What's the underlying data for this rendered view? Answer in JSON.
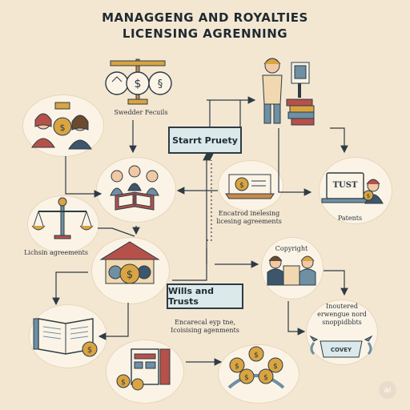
{
  "title": {
    "line1": "MANAGGENG AND ROYALTIES",
    "line2": "LICENSING AGRENNING"
  },
  "boxes": {
    "start": "Starrt Pruety",
    "wills": "Wills and Trusts"
  },
  "labels": {
    "swedder": "Swedder Fecuils",
    "licensing_center": "Encatrod inelesing licesing agreements",
    "patents": "Patents",
    "lichsin": "Lichsin agreements",
    "copyright": "Copyright",
    "encarecal": "Encarecal eyp tne, Icoisising agenments",
    "inoutered": "Inoutered erwengue nord snoppidbbts",
    "tust": "TUST",
    "covey": "COVEY",
    "ai": "ai"
  },
  "icons": [
    "scales-icon",
    "money-bag-icon",
    "person-icon",
    "book-icon",
    "house-icon",
    "laptop-icon",
    "trophy-icon",
    "document-icon",
    "dollar-coin-icon"
  ],
  "colors": {
    "background": "#f4e7d2",
    "box_fill": "#dbe9ea",
    "line": "#2d3b45",
    "gold": "#d9a441",
    "blue": "#6f8fa3",
    "red": "#b6514a"
  }
}
